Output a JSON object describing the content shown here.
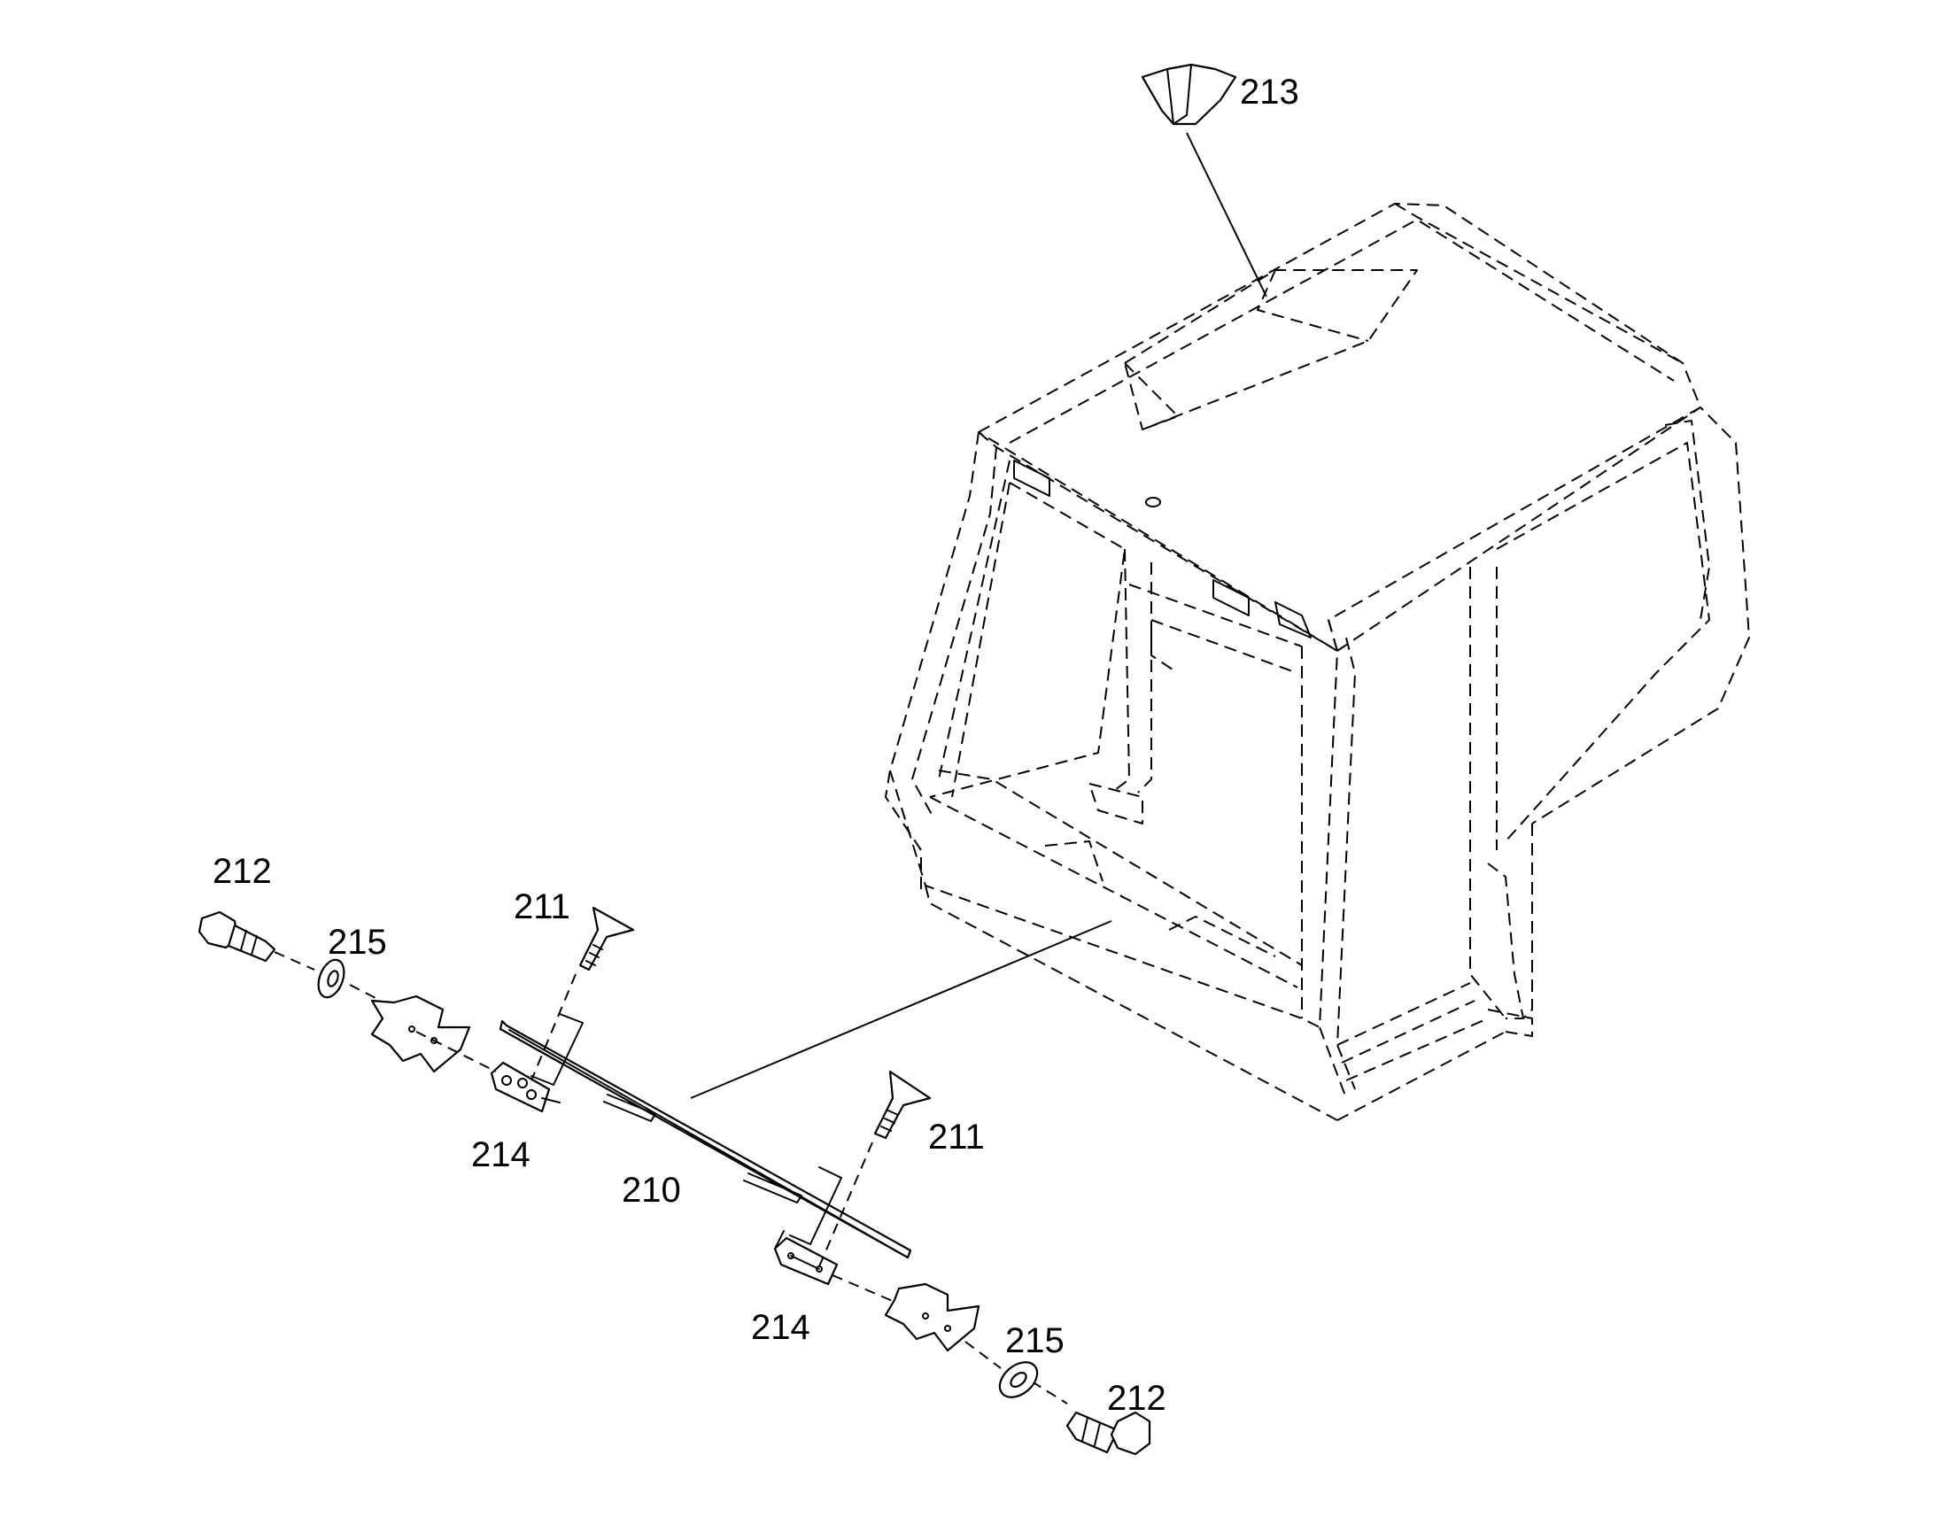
{
  "callouts": {
    "c210": "210",
    "c211a": "211",
    "c211b": "211",
    "c212a": "212",
    "c212b": "212",
    "c213": "213",
    "c214a": "214",
    "c214b": "214",
    "c215a": "215",
    "c215b": "215"
  }
}
